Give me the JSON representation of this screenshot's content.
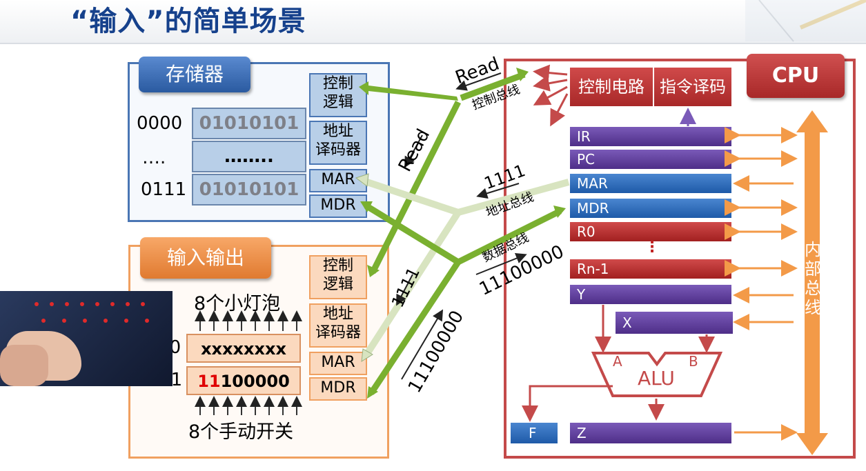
{
  "title": "“输入”的简单场景",
  "memory": {
    "tag": "存储器",
    "addresses": [
      "0000",
      "….",
      "0111"
    ],
    "cells": [
      "01010101",
      "……..",
      "01010101"
    ],
    "control": [
      "控制",
      "逻辑"
    ],
    "decoder": [
      "地址",
      "译码器"
    ],
    "mar": "MAR",
    "mdr": "MDR"
  },
  "io": {
    "tag": "输入输出",
    "bulbs": "8个小灯泡",
    "switches": "8个手动开关",
    "rows": [
      {
        "addr": "1110",
        "value": "xxxxxxxx"
      },
      {
        "addr": "1111",
        "value_red": "11",
        "value_rest": "100000"
      }
    ],
    "control": [
      "控制",
      "逻辑"
    ],
    "decoder": [
      "地址",
      "译码器"
    ],
    "mar": "MAR",
    "mdr": "MDR"
  },
  "cpu": {
    "tag": "CPU",
    "control_circuit": "控制电路",
    "decoder": "指令译码",
    "registers": [
      "IR",
      "PC",
      "MAR",
      "MDR",
      "R0",
      "Rn-1",
      "Y"
    ],
    "ellipsis": "⋮",
    "x": "X",
    "alu": "ALU",
    "alu_a": "A",
    "alu_b": "B",
    "f": "F",
    "z": "Z",
    "internal_bus": [
      "内",
      "部",
      "总",
      "线"
    ]
  },
  "buses": {
    "control": "控制总线",
    "address": "地址总线",
    "data": "数据总线",
    "read_top": "Read",
    "read_mid": "Read",
    "addr_value": "1111",
    "addr_value_io": "1111",
    "data_value": "11100000",
    "data_value_io": "11100000"
  },
  "colors": {
    "title": "#16418c",
    "bus_green": "#7ab030",
    "bus_green_light": "#d8e4c0",
    "cpu_border": "#c44a4a",
    "internal_bus": "#f39a48"
  }
}
